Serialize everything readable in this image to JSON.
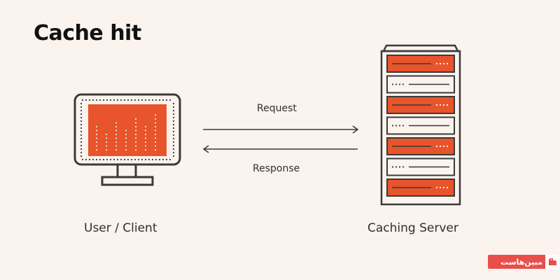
{
  "diagram": {
    "title": "Cache hit",
    "client_label": "User / Client",
    "server_label": "Caching Server",
    "request_label": "Request",
    "response_label": "Response"
  },
  "watermark": {
    "text": "مبین‌هاست"
  },
  "colors": {
    "background": "#fbf3ee",
    "accent": "#e8542b",
    "line": "#3a3a3a"
  },
  "server_slots": [
    "accent",
    "plain",
    "accent",
    "plain",
    "accent",
    "plain",
    "accent"
  ]
}
